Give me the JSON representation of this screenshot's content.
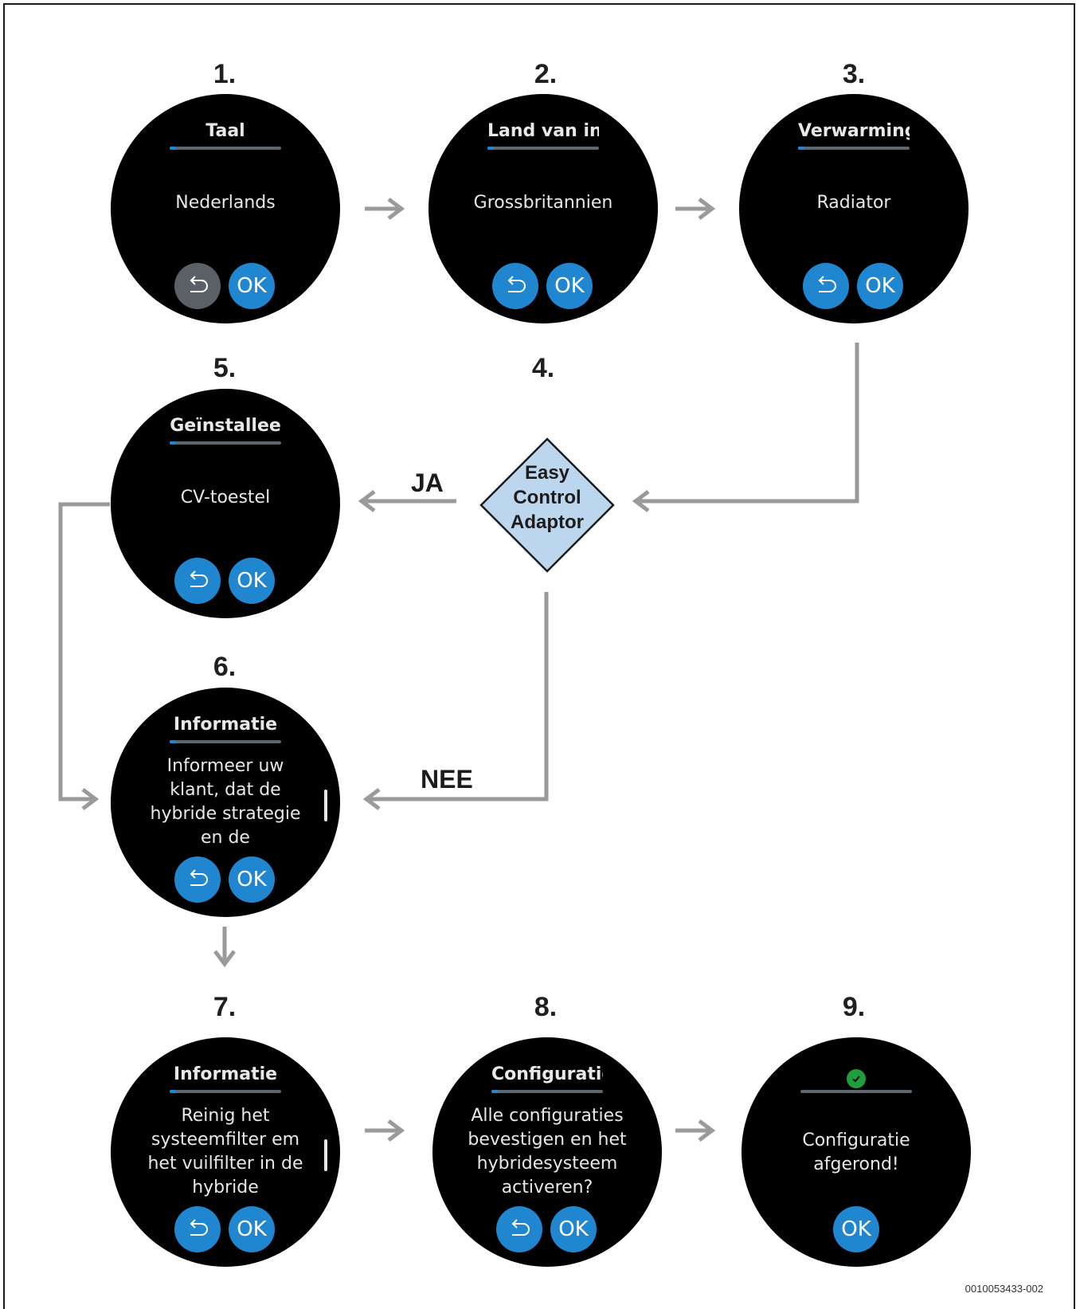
{
  "steps": [
    {
      "number": "1.",
      "title": "Taal",
      "body": [
        "Nederlands"
      ],
      "progress": 0.06,
      "back_enabled": false
    },
    {
      "number": "2.",
      "title": "Land van in",
      "body": [
        "Grossbritannien"
      ],
      "progress": 0.06,
      "back_enabled": true
    },
    {
      "number": "3.",
      "title": "Verwarming",
      "body": [
        "Radiator"
      ],
      "progress": 0.06,
      "back_enabled": true
    },
    {
      "number": "4."
    },
    {
      "number": "5.",
      "title": "Geïnstallee",
      "body": [
        "CV-toestel"
      ],
      "progress": 0.06,
      "back_enabled": true
    },
    {
      "number": "6.",
      "title": "Informatie",
      "body": [
        "Informeer uw",
        "klant, dat de",
        "hybride strategie",
        "en de"
      ],
      "progress": 0.06,
      "back_enabled": true
    },
    {
      "number": "7.",
      "title": "Informatie",
      "body": [
        "Reinig het",
        "systeemfilter em",
        "het vuilfilter in de",
        "hybride"
      ],
      "progress": 0.06,
      "back_enabled": true
    },
    {
      "number": "8.",
      "title": "Configuratie",
      "body": [
        "Alle configuraties",
        "bevestigen en het",
        "hybridesysteem",
        "activeren?"
      ],
      "progress": 0.06,
      "back_enabled": true
    },
    {
      "number": "9.",
      "body": [
        "Configuratie",
        "afgerond!"
      ]
    }
  ],
  "buttons": {
    "ok_label": "OK",
    "back_icon": "back-arrow-icon",
    "check_icon": "check-icon"
  },
  "decision": {
    "lines": [
      "Easy",
      "Control",
      "Adaptor"
    ]
  },
  "labels": {
    "yes": "JA",
    "no": "NEE"
  },
  "doc_id": "0010053433-002",
  "colors": {
    "screen": "#000000",
    "button": "#1f86cf",
    "button_disabled": "#5a6066",
    "progress_fill": "#1e88d6",
    "progress_track": "#5d6770",
    "arrow": "#9a9a9a",
    "diamond_fill": "#bcd6ee",
    "check": "#1f9d3f"
  }
}
